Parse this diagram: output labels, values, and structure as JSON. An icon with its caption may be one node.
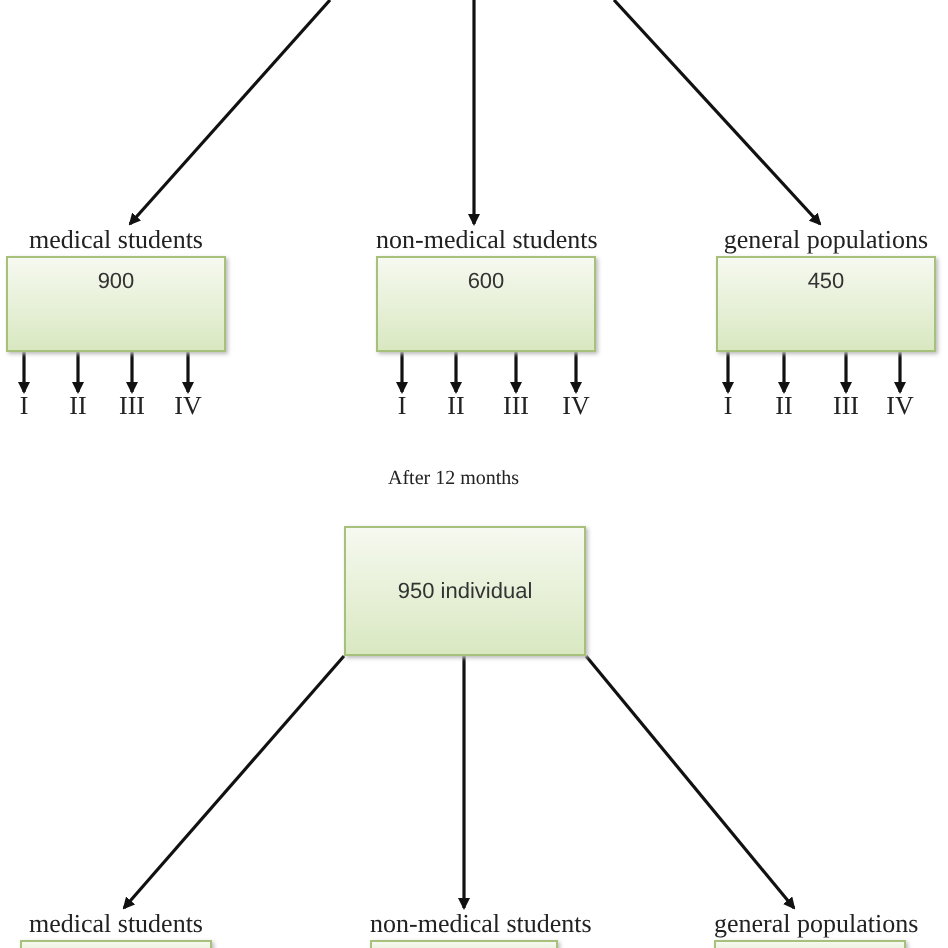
{
  "diagram": {
    "nodes": [
      {
        "text": [
          "medical students",
          "900"
        ]
      },
      {
        "text": [
          "non-medical students",
          "600"
        ]
      },
      {
        "text": [
          "general populations",
          "450"
        ]
      },
      {
        "text": [
          "I"
        ]
      },
      {
        "text": [
          "II"
        ]
      },
      {
        "text": [
          "III"
        ]
      },
      {
        "text": [
          "IV"
        ]
      },
      {
        "text": [
          "I"
        ]
      },
      {
        "text": [
          "II"
        ]
      },
      {
        "text": [
          "III"
        ]
      },
      {
        "text": [
          "IV"
        ]
      },
      {
        "text": [
          "I"
        ]
      },
      {
        "text": [
          "II"
        ]
      },
      {
        "text": [
          "III"
        ]
      },
      {
        "text": [
          "IV"
        ]
      },
      {
        "text": [
          "950 individual"
        ]
      },
      {
        "text": [
          "medical students"
        ]
      },
      {
        "text": [
          "non-medical students"
        ]
      },
      {
        "text": [
          "general populations"
        ]
      }
    ],
    "edges": [
      {
        "from": null,
        "to": 0,
        "arrow": "to"
      },
      {
        "from": null,
        "to": 1,
        "arrow": "to"
      },
      {
        "from": null,
        "to": 2,
        "arrow": "to"
      },
      {
        "from": 0,
        "to": 3,
        "arrow": "to"
      },
      {
        "from": 0,
        "to": 4,
        "arrow": "to"
      },
      {
        "from": 0,
        "to": 5,
        "arrow": "to"
      },
      {
        "from": 0,
        "to": 6,
        "arrow": "to"
      },
      {
        "from": 1,
        "to": 7,
        "arrow": "to"
      },
      {
        "from": 1,
        "to": 8,
        "arrow": "to"
      },
      {
        "from": 1,
        "to": 9,
        "arrow": "to"
      },
      {
        "from": 1,
        "to": 10,
        "arrow": "to"
      },
      {
        "from": 2,
        "to": 11,
        "arrow": "to"
      },
      {
        "from": 2,
        "to": 12,
        "arrow": "to"
      },
      {
        "from": 2,
        "to": 13,
        "arrow": "to"
      },
      {
        "from": 2,
        "to": 14,
        "arrow": "to"
      },
      {
        "from": 15,
        "to": 16,
        "arrow": "to"
      },
      {
        "from": 15,
        "to": 17,
        "arrow": "to"
      },
      {
        "from": 15,
        "to": 18,
        "arrow": "to"
      }
    ],
    "labels": [
      "After 12 months"
    ]
  }
}
